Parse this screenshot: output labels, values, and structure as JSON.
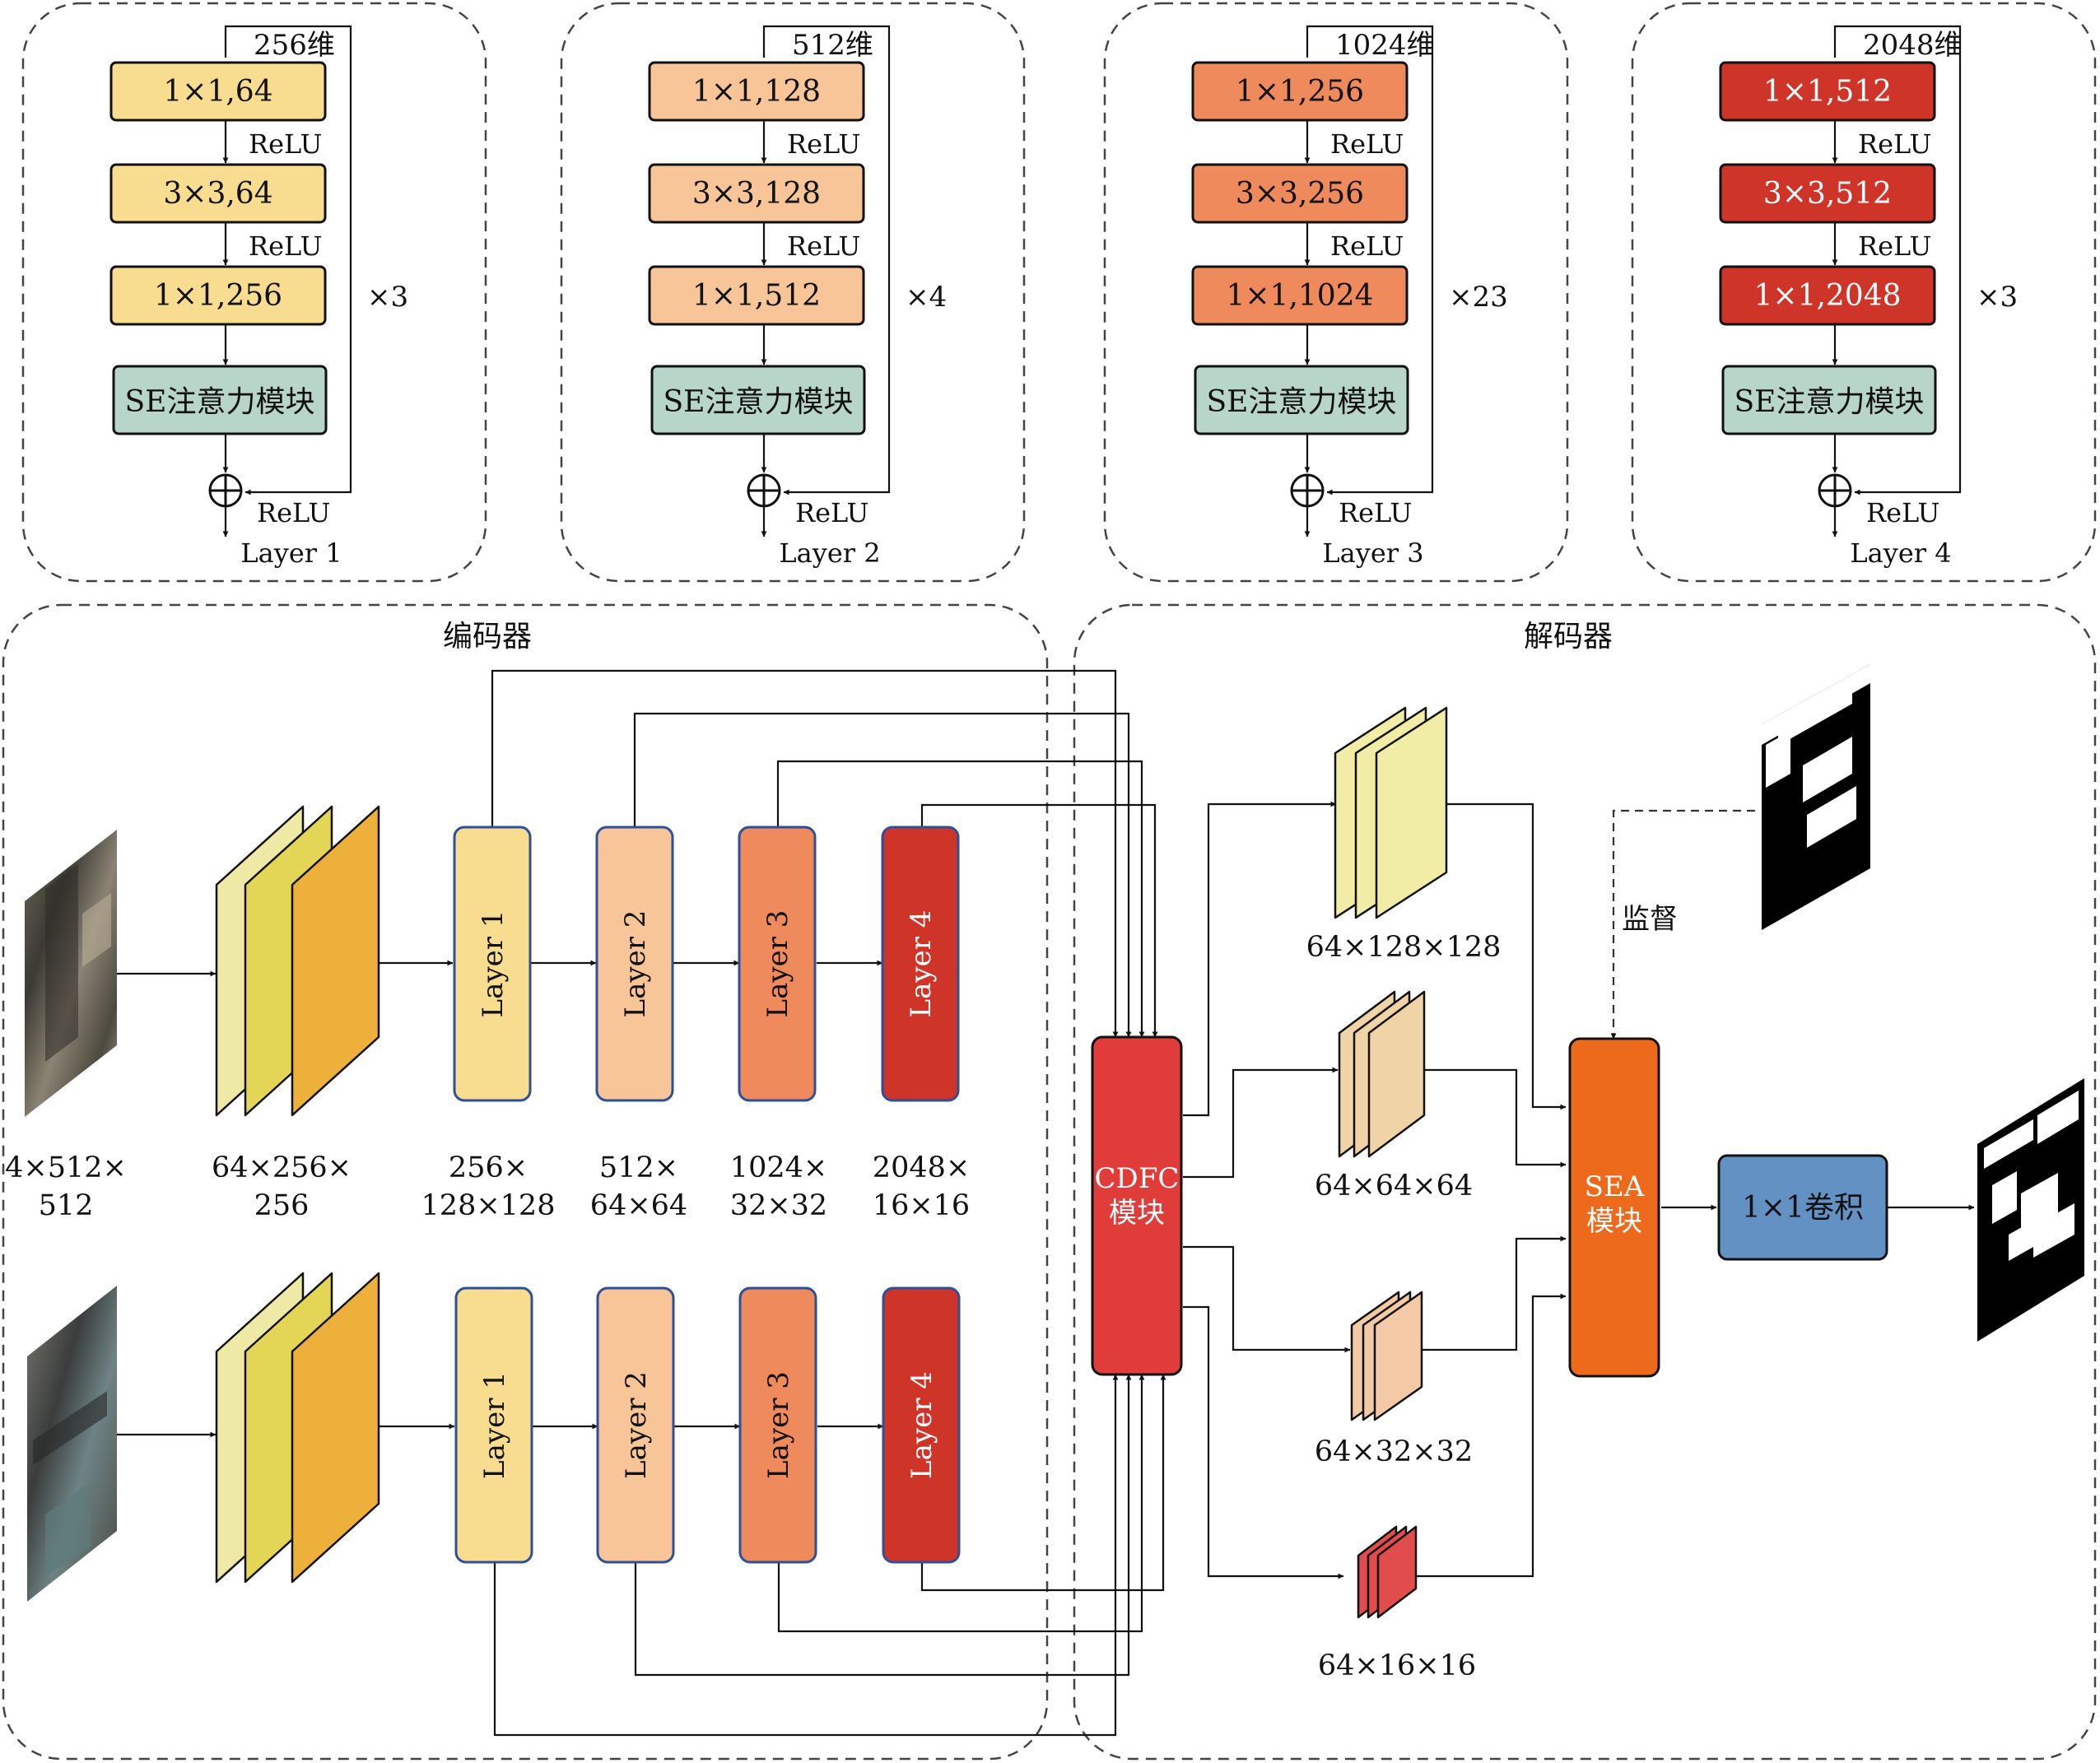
{
  "colors": {
    "layer1": "#f8dc90",
    "layer2": "#f7c598",
    "layer3": "#ee8a5b",
    "layer4": "#cf3428",
    "se_box": "#b8d5ca",
    "layer_border": "#2e4f9a",
    "cdfc": "#e03c3a",
    "sea": "#ed6a1c",
    "conv": "#6391c4",
    "stem_light": "#efe9a6",
    "stem_mid": "#e3d656",
    "stem_dark": "#edb03a",
    "line": "#111111",
    "dash": "#444444"
  },
  "blocks": [
    {
      "id": "layer1",
      "dim": "256维",
      "conv1": "1×1,64",
      "conv2": "3×3,64",
      "conv3": "1×1,256",
      "se": "SE注意力模块",
      "relu": "ReLU",
      "repeat": "×3",
      "name": "Layer 1",
      "light_text": false
    },
    {
      "id": "layer2",
      "dim": "512维",
      "conv1": "1×1,128",
      "conv2": "3×3,128",
      "conv3": "1×1,512",
      "se": "SE注意力模块",
      "relu": "ReLU",
      "repeat": "×4",
      "name": "Layer 2",
      "light_text": false
    },
    {
      "id": "layer3",
      "dim": "1024维",
      "conv1": "1×1,256",
      "conv2": "3×3,256",
      "conv3": "1×1,1024",
      "se": "SE注意力模块",
      "relu": "ReLU",
      "repeat": "×23",
      "name": "Layer 3",
      "light_text": false
    },
    {
      "id": "layer4",
      "dim": "2048维",
      "conv1": "1×1,512",
      "conv2": "3×3,512",
      "conv3": "1×1,2048",
      "se": "SE注意力模块",
      "relu": "ReLU",
      "repeat": "×3",
      "name": "Layer 4",
      "light_text": true
    }
  ],
  "encoder": {
    "title": "编码器",
    "input_size": [
      "4×512×",
      "512"
    ],
    "stem_size": [
      "64×256×",
      "256"
    ],
    "layers": [
      {
        "label": "Layer 1",
        "size": [
          "256×",
          "128×128"
        ]
      },
      {
        "label": "Layer 2",
        "size": [
          "512×",
          "64×64"
        ]
      },
      {
        "label": "Layer 3",
        "size": [
          "1024×",
          "32×32"
        ]
      },
      {
        "label": "Layer 4",
        "size": [
          "2048×",
          "16×16"
        ]
      }
    ]
  },
  "decoder": {
    "title": "解码器",
    "cdfc": [
      "CDFC",
      "模块"
    ],
    "sea": [
      "SEA",
      "模块"
    ],
    "conv": "1×1卷积",
    "supervise": "监督",
    "features": [
      "64×128×128",
      "64×64×64",
      "64×32×32",
      "64×16×16"
    ]
  }
}
